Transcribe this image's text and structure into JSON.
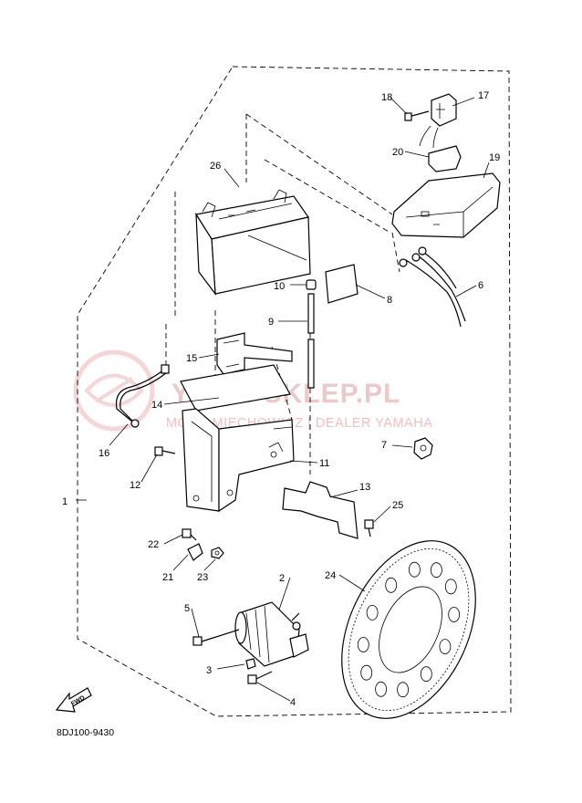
{
  "diagram_code": "8DJ100-9430",
  "fwd_label": "FWD",
  "watermark": {
    "line1": "YAMA-SKLEP.PL",
    "line2": "MOTO-MIECHOWICZ | DEALER YAMAHA"
  },
  "callouts": [
    {
      "id": "1",
      "label": "1"
    },
    {
      "id": "2",
      "label": "2"
    },
    {
      "id": "3",
      "label": "3"
    },
    {
      "id": "4",
      "label": "4"
    },
    {
      "id": "5",
      "label": "5"
    },
    {
      "id": "6",
      "label": "6"
    },
    {
      "id": "7",
      "label": "7"
    },
    {
      "id": "8",
      "label": "8"
    },
    {
      "id": "9",
      "label": "9"
    },
    {
      "id": "10",
      "label": "10"
    },
    {
      "id": "11",
      "label": "11"
    },
    {
      "id": "12",
      "label": "12"
    },
    {
      "id": "13",
      "label": "13"
    },
    {
      "id": "14",
      "label": "14"
    },
    {
      "id": "15",
      "label": "15"
    },
    {
      "id": "16",
      "label": "16"
    },
    {
      "id": "17",
      "label": "17"
    },
    {
      "id": "18",
      "label": "18"
    },
    {
      "id": "19",
      "label": "19"
    },
    {
      "id": "20",
      "label": "20"
    },
    {
      "id": "21",
      "label": "21"
    },
    {
      "id": "22",
      "label": "22"
    },
    {
      "id": "23",
      "label": "23"
    },
    {
      "id": "24",
      "label": "24"
    },
    {
      "id": "25",
      "label": "25"
    },
    {
      "id": "26",
      "label": "26"
    }
  ]
}
